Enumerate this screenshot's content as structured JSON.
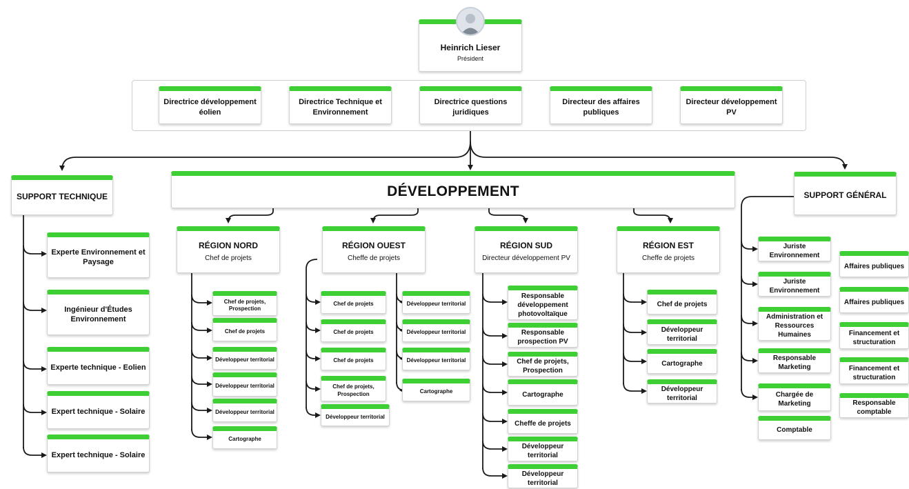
{
  "president": {
    "name": "Heinrich Lieser",
    "role": "Président"
  },
  "directors": [
    "Directrice développement éolien",
    "Directrice Technique et Environnement",
    "Directrice questions juridiques",
    "Directeur des affaires publiques",
    "Directeur développement PV"
  ],
  "support_technique": {
    "title": "SUPPORT TECHNIQUE",
    "items": [
      "Experte Environnement et Paysage",
      "Ingénieur d'Études Environnement",
      "Experte technique - Eolien",
      "Expert technique - Solaire",
      "Expert technique - Solaire"
    ]
  },
  "developpement": {
    "title": "DÉVELOPPEMENT",
    "regions": [
      {
        "title": "RÉGION NORD",
        "subtitle": "Chef de projets",
        "items": [
          "Chef de projets, Prospection",
          "Chef de projets",
          "Développeur territorial",
          "Développeur territorial",
          "Développeur territorial",
          "Cartographe"
        ]
      },
      {
        "title": "RÉGION OUEST",
        "subtitle": "Cheffe de projets",
        "left_items": [
          "Chef de projets",
          "Chef de projets",
          "Chef de projets",
          "Chef de projets, Prospection",
          "Développeur territorial"
        ],
        "right_items": [
          "Développeur territorial",
          "Développeur territorial",
          "Développeur territorial",
          "Cartographe"
        ]
      },
      {
        "title": "RÉGION SUD",
        "subtitle": "Directeur développement PV",
        "items": [
          "Responsable développement photovoltaïque",
          "Responsable prospection PV",
          "Chef de projets, Prospection",
          "Cartographe",
          "Cheffe de projets",
          "Développeur territorial",
          "Développeur territorial"
        ]
      },
      {
        "title": "RÉGION EST",
        "subtitle": "Cheffe de projets",
        "items": [
          "Chef de projets",
          "Développeur territorial",
          "Cartographe",
          "Développeur territorial"
        ]
      }
    ]
  },
  "support_general": {
    "title": "SUPPORT GÉNÉRAL",
    "left_items": [
      "Juriste Environnement",
      "Juriste Environnement",
      "Administration et Ressources Humaines",
      "Responsable Marketing",
      "Chargée de Marketing",
      "Comptable"
    ],
    "right_items": [
      "Affaires publiques",
      "Affaires publiques",
      "Financement et structuration",
      "Financement et structuration",
      "Responsable comptable"
    ]
  },
  "colors": {
    "accent": "#3ecf34",
    "line": "#1a1a1a",
    "border": "#d2d2d2"
  }
}
